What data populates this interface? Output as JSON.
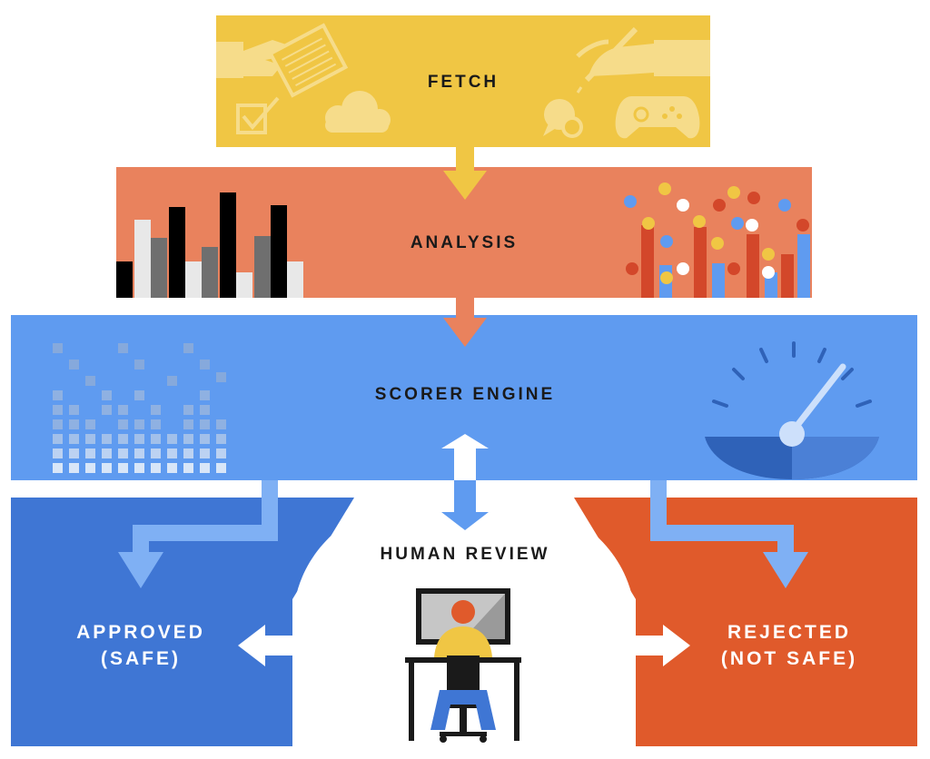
{
  "stages": {
    "fetch": "FETCH",
    "analysis": "ANALYSIS",
    "scorer": "SCORER ENGINE",
    "human_review": "HUMAN REVIEW",
    "approved_line1": "APPROVED",
    "approved_line2": "(SAFE)",
    "rejected_line1": "REJECTED",
    "rejected_line2": "(NOT SAFE)"
  },
  "colors": {
    "fetch": "#f0c644",
    "analysis": "#e9825d",
    "scorer": "#5f9bf0",
    "approved": "#3f76d4",
    "rejected": "#e05a2b",
    "human_review": "#ffffff"
  },
  "icons": {
    "fetch": [
      "hand-with-document-icon",
      "checkbox-icon",
      "cloud-icon",
      "chat-bubbles-icon",
      "hand-with-pen-icon",
      "gamepad-icon"
    ],
    "analysis": [
      "bar-chart-icon",
      "dot-plot-icon"
    ],
    "scorer": [
      "pixel-equalizer-icon",
      "gauge-icon"
    ],
    "human_review": [
      "person-at-computer-icon"
    ]
  }
}
